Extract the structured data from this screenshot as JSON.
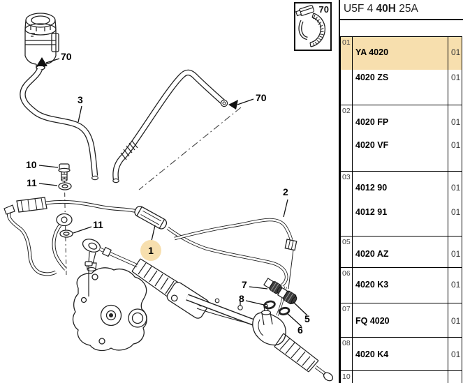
{
  "header": {
    "prefix": "U5F 4",
    "bold": "40H",
    "suffix": "25A"
  },
  "clamp_box": {
    "label": "70"
  },
  "table": {
    "groups": [
      {
        "id": "01",
        "highlighted_row": 0,
        "rows": [
          {
            "part": "YA 4020",
            "qty": "01"
          },
          {
            "part": "4020 ZS",
            "qty": "01"
          }
        ]
      },
      {
        "id": "02",
        "rows": [
          {
            "part": "4020 FP",
            "qty": "01"
          },
          {
            "part": "4020 VF",
            "qty": "01"
          }
        ]
      },
      {
        "id": "03",
        "rows": [
          {
            "part": "4012 90",
            "qty": "01"
          },
          {
            "part": "4012 91",
            "qty": "01"
          }
        ]
      },
      {
        "id": "05",
        "rows": [
          {
            "part": "4020 AZ",
            "qty": "01"
          }
        ]
      },
      {
        "id": "06",
        "rows": [
          {
            "part": "4020 K3",
            "qty": "01"
          }
        ]
      },
      {
        "id": "07",
        "rows": [
          {
            "part": "FQ 4020",
            "qty": "01"
          }
        ]
      },
      {
        "id": "08",
        "rows": [
          {
            "part": "4020 K4",
            "qty": "01"
          }
        ]
      },
      {
        "id": "10",
        "rows": []
      }
    ]
  },
  "diagram": {
    "highlight_color": "#F7DFAE",
    "callouts": {
      "reservoir_clamp": "70",
      "hose": "3",
      "hose_end_clamp": "70",
      "banjo_bolt": "10",
      "washer_upper": "11",
      "washer_lower": "11",
      "pressure_hose": "1",
      "return_pipe": "2",
      "union_upper": "7",
      "oring_upper": "8",
      "union_lower": "5",
      "oring_lower": "6"
    }
  }
}
